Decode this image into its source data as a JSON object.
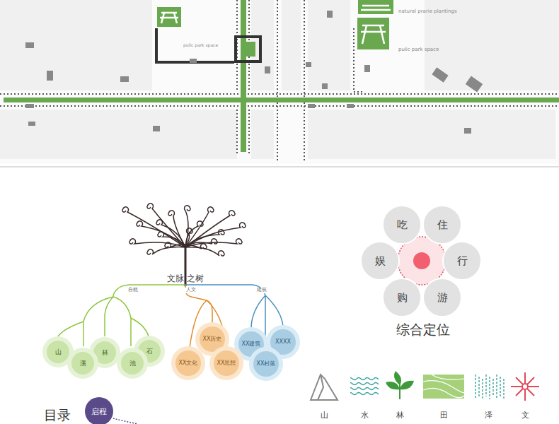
{
  "diagram": {
    "nodes": [
      {
        "text": [
          "吃"
        ]
      },
      {
        "text": [
          "住"
        ]
      },
      {
        "text": [
          "娱"
        ]
      },
      {
        "text": [
          "行"
        ]
      },
      {
        "text": [
          "购"
        ]
      },
      {
        "text": [
          "游"
        ]
      },
      {
        "text": [
          "XX历史"
        ]
      },
      {
        "text": [
          "XX建筑"
        ]
      },
      {
        "text": [
          "XXXX"
        ]
      },
      {
        "text": [
          "山"
        ]
      },
      {
        "text": [
          "林"
        ]
      },
      {
        "text": [
          "石"
        ]
      },
      {
        "text": [
          "溪"
        ]
      },
      {
        "text": [
          "池"
        ]
      },
      {
        "text": [
          "XX文化"
        ]
      },
      {
        "text": [
          "XX思想"
        ]
      },
      {
        "text": [
          "XX村落"
        ]
      },
      {
        "text": [
          "启程"
        ]
      }
    ],
    "labels": [
      "pulic park space",
      "natural prarie plantings",
      "pulic park space",
      "文脉 之树",
      "自然",
      "人文",
      "建筑",
      "综合定位",
      "山",
      "水",
      "林",
      "田",
      "泽",
      "文",
      "目录"
    ]
  }
}
